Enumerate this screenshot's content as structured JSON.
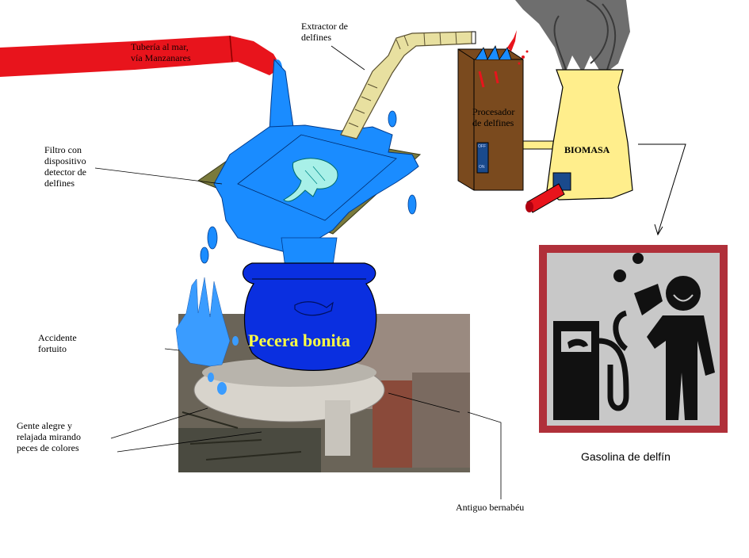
{
  "labels": {
    "pipe": "Tubería al mar,\nvía Manzanares",
    "extractor": "Extractor de\ndelfines",
    "processor": "Procesador\nde delfines",
    "processor_switch_top": "OFF",
    "processor_switch_bottom": "ON",
    "biomass": "BIOMASA",
    "filter": "Filtro con\ndispositivo\ndetector de\ndelfines",
    "fishbowl": "Pecera bonita",
    "accident": "Accidente\nfortuito",
    "people": "Gente alegre y\nrelajada mirando\npeces de colores",
    "stadium": "Antiguo bernabéu",
    "fuel": "Gasolina de delfín"
  },
  "colors": {
    "pipe": "#e8141c",
    "water": "#1a8cff",
    "fishbowl": "#0a2fe0",
    "filter_tray": "#7a7a3c",
    "extractor_tube": "#e8e0a0",
    "processor_box": "#7a4a1e",
    "biomass_flask": "#ffee8c",
    "smoke": "#6e6e6e",
    "fuel_frame": "#b0303a",
    "fuel_bg": "#c8c8c8",
    "fishbowl_label": "#ffff44"
  }
}
